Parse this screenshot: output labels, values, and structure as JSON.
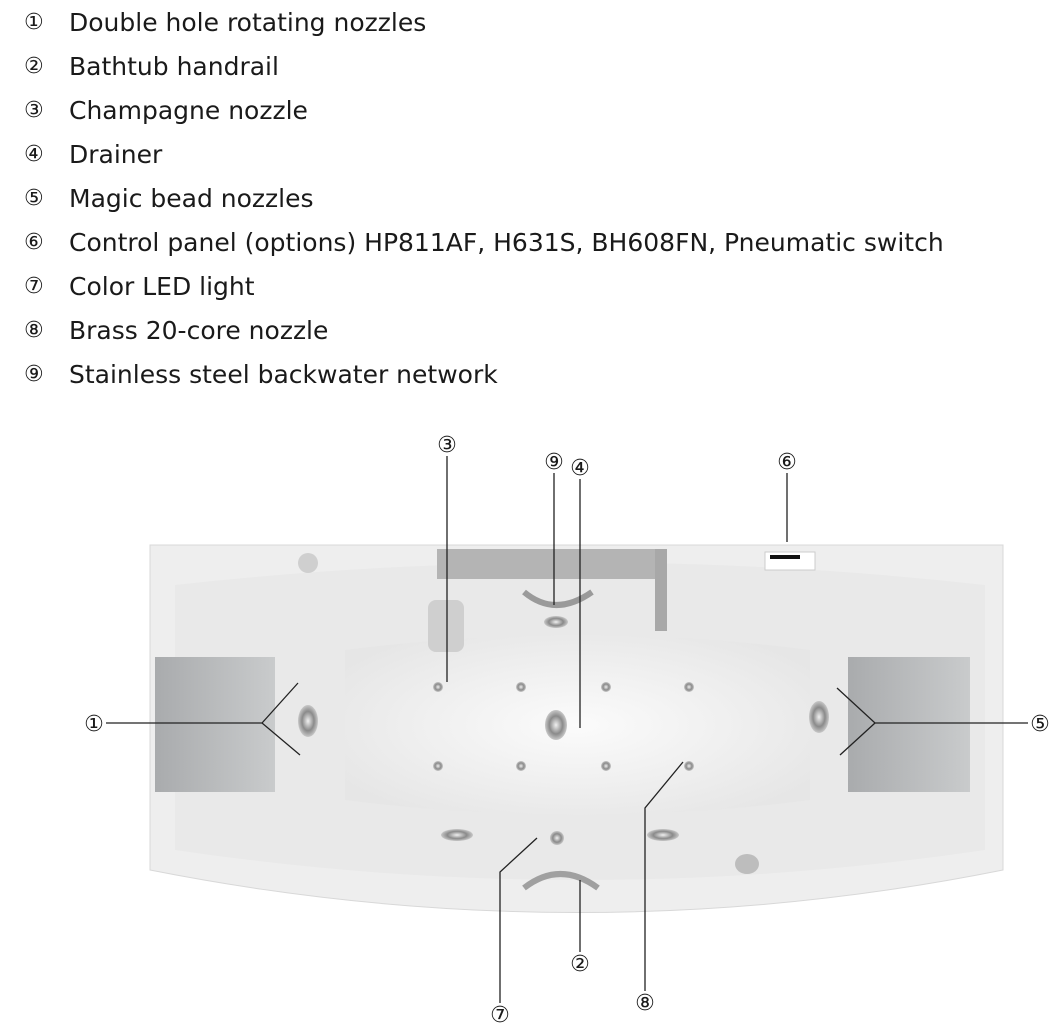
{
  "legend": [
    {
      "marker": "①",
      "label": "Double hole rotating nozzles"
    },
    {
      "marker": "②",
      "label": "Bathtub handrail"
    },
    {
      "marker": "③",
      "label": "Champagne nozzle"
    },
    {
      "marker": "④",
      "label": "Drainer"
    },
    {
      "marker": "⑤",
      "label": "Magic bead nozzles"
    },
    {
      "marker": "⑥",
      "label": "Control panel (options) HP811AF, H631S, BH608FN, Pneumatic switch"
    },
    {
      "marker": "⑦",
      "label": "Color LED light"
    },
    {
      "marker": "⑧",
      "label": "Brass 20-core nozzle"
    },
    {
      "marker": "⑨",
      "label": "Stainless steel backwater network"
    }
  ]
}
